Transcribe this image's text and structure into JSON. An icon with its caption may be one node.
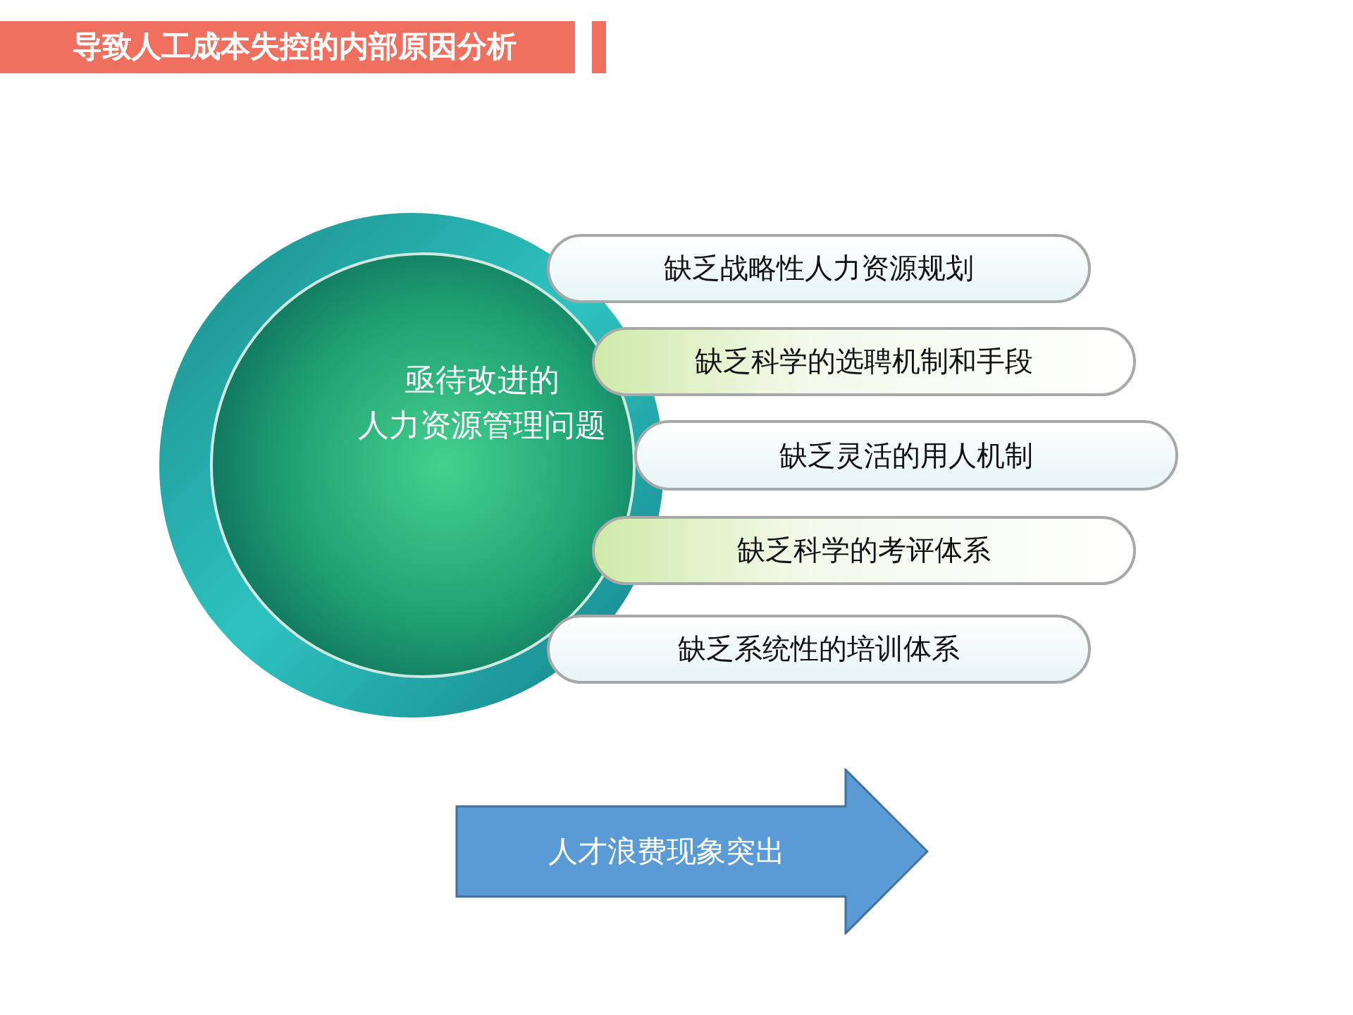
{
  "diagram": {
    "title": "导致人工成本失控的内部原因分析",
    "nodes": [
      {
        "text": [
          "亟待改进的",
          "人力资源管理问题"
        ]
      },
      {
        "text": [
          "缺乏战略性人力资源规划"
        ]
      },
      {
        "text": [
          "缺乏科学的选聘机制和手段"
        ]
      },
      {
        "text": [
          "缺乏灵活的用人机制"
        ]
      },
      {
        "text": [
          "缺乏科学的考评体系"
        ]
      },
      {
        "text": [
          "缺乏系统性的培训体系"
        ]
      },
      {
        "text": [
          "人才浪费现象突出"
        ]
      }
    ]
  }
}
